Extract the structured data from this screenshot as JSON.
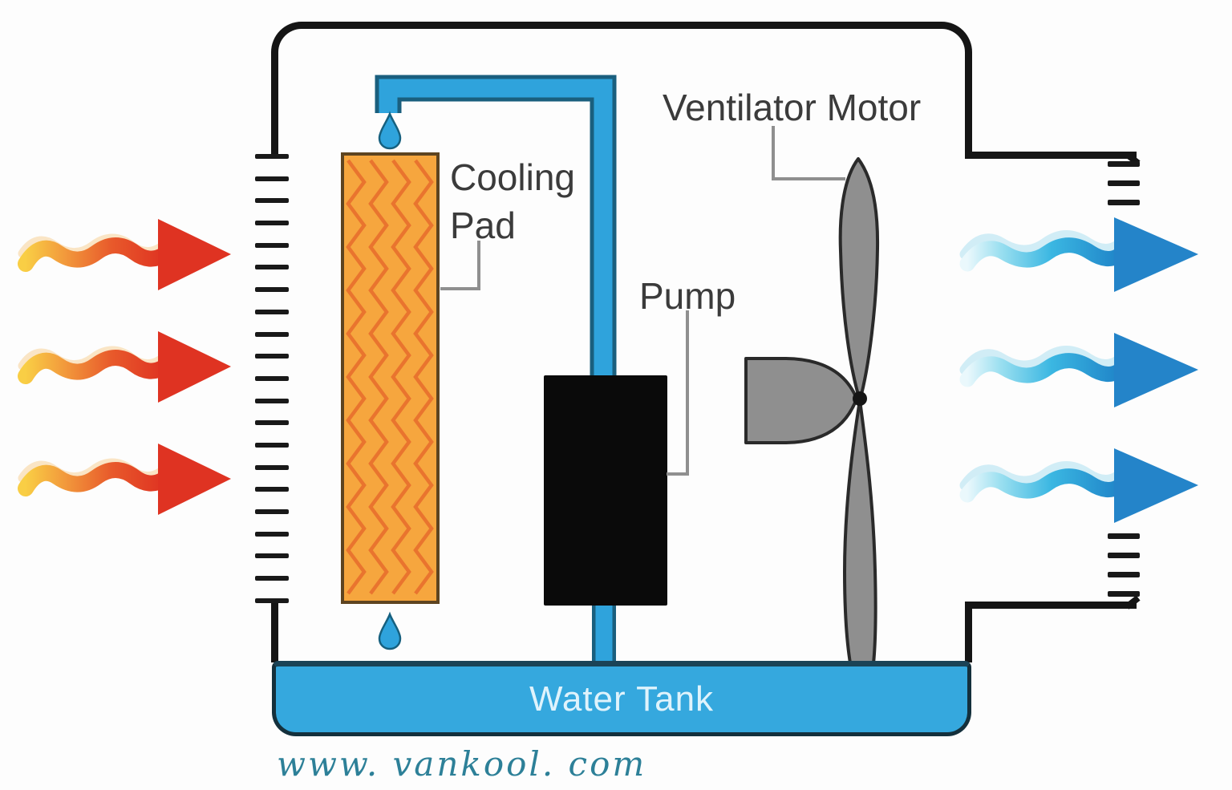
{
  "diagram": {
    "labels": {
      "cooling_pad": {
        "line1": "Cooling",
        "line2": "Pad"
      },
      "pump": "Pump",
      "ventilator_motor": "Ventilator Motor",
      "water_tank": "Water Tank"
    },
    "watermark": "www. vankool. com",
    "icons": {
      "hot_air": "red-wavy-arrow-right",
      "cool_air": "blue-wavy-arrow-right",
      "water_drop": "blue-teardrop",
      "fan": "two-blade-propeller-with-motor-hub",
      "louvers": "dashed-vent-slats"
    },
    "colors": {
      "background": "#FDFDFD",
      "cabinet_outline": "#151515",
      "pad_fill": "#F6A63E",
      "pad_zigzag": "#E9742E",
      "pad_border": "#5E4420",
      "water_blue": "#2FA3DC",
      "pipe_outline": "#1A5F7E",
      "tank_fill": "#35A8DE",
      "tank_outline": "#14303C",
      "tank_text": "#DFF3FC",
      "pump_black": "#0A0A0A",
      "fan_gray": "#8F8F8F",
      "fan_outline": "#2A2A2A",
      "label_text": "#3B3B3B",
      "leader_gray": "#8F8F8F",
      "hot_yellow": "#F9CE45",
      "hot_orange": "#F29A3C",
      "hot_red": "#DF3322",
      "cool_pale": "#EAF8FC",
      "cool_cyan": "#3BB7E2",
      "cool_blue": "#1F84C8",
      "watermark_teal": "#2D8098"
    }
  }
}
